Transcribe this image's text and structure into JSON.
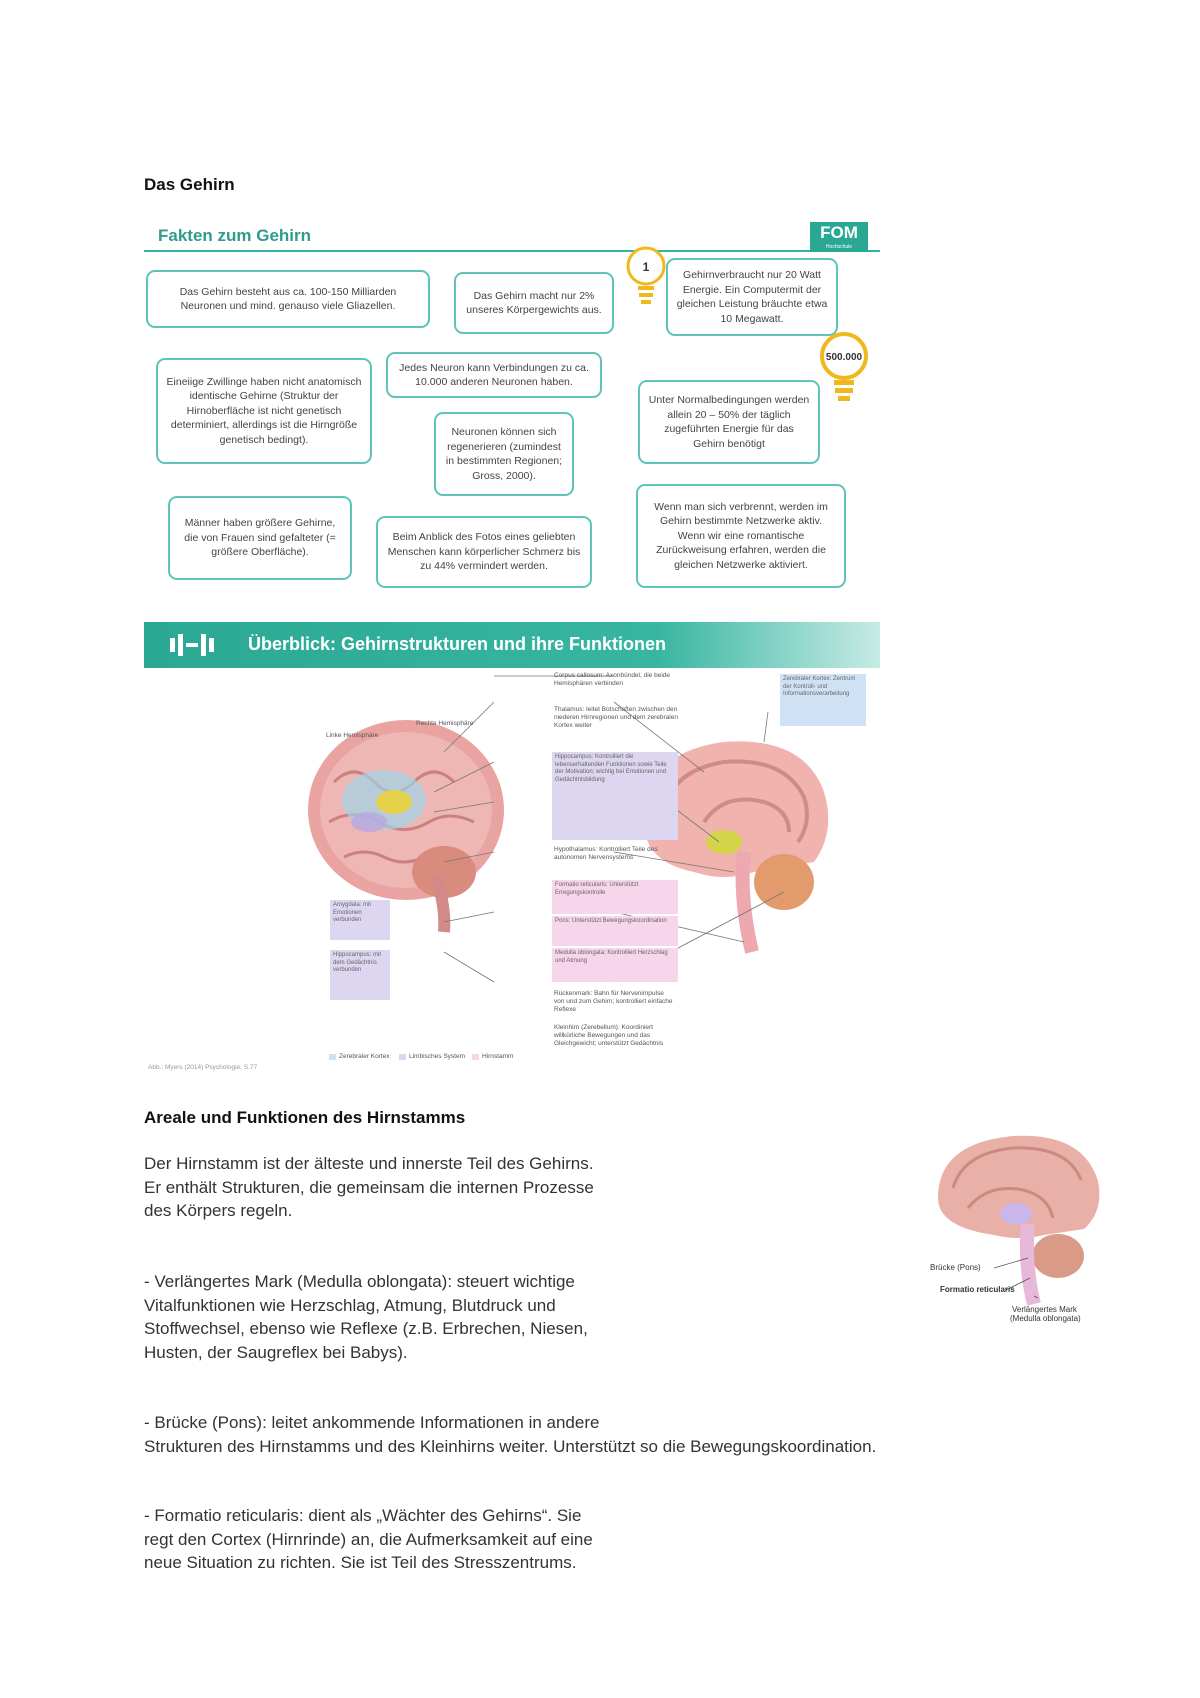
{
  "doc_title": "Das Gehirn",
  "facts": {
    "header": "Fakten zum Gehirn",
    "logo_text": "FOM",
    "logo_sub": "Hochschule",
    "bulb1_label": "1",
    "bulb2_label": "500.000",
    "items": [
      "Das Gehirn besteht aus ca. 100-150 Milliarden Neuronen und mind. genauso viele Gliazellen.",
      "Das Gehirn macht nur 2% unseres Körpergewichts aus.",
      "Gehirnverbraucht nur 20 Watt Energie. Ein Computermit der gleichen Leistung bräuchte etwa 10 Megawatt.",
      "Eineiige Zwillinge haben nicht anatomisch identische Gehirne (Struktur der Hirnoberfläche ist nicht genetisch determiniert, allerdings ist die Hirngröße genetisch bedingt).",
      "Jedes Neuron kann Verbindungen zu ca. 10.000 anderen Neuronen haben.",
      "Unter Normalbedingungen werden allein 20 – 50% der täglich zugeführten Energie für das Gehirn benötigt",
      "Neuronen können sich regenerieren (zumindest in bestimmten Regionen; Gross, 2000).",
      "Männer haben größere Gehirne, die von Frauen sind gefalteter (= größere Oberfläche).",
      "Beim Anblick des Fotos eines geliebten Menschen kann körperlicher Schmerz bis zu 44% vermindert werden.",
      "Wenn man sich verbrennt, werden im Gehirn bestimmte Netzwerke aktiv. Wenn wir eine romantische Zurückweisung erfahren, werden die gleichen Netzwerke aktiviert."
    ]
  },
  "overview": {
    "title": "Überblick: Gehirnstrukturen und ihre Funktionen",
    "labels": {
      "left_hemi": "Linke Hemisphäre",
      "right_hemi": "Rechte Hemisphäre",
      "corpus": "Corpus callosum: Axonbündel, die beide Hemisphären verbinden",
      "thalamus": "Thalamus: leitet Botschaften zwischen den niederen Hirnregionen und dem zerebralen Kortex weiter",
      "hippo_right": "Hippocampus: Kontrolliert die lebenserhaltenden Funktionen sowie Teile der Motivation; wichtig bei Emotionen und Gedächtnisbildung",
      "hypothal": "Hypothalamus: Kontrolliert Teile des autonomen Nervensystems",
      "formatio": "Formatio reticularis: Unterstützt Erregungskontrolle",
      "pons": "Pons: Unterstützt Bewegungskoordination",
      "medulla": "Medulla oblongata: Kontrolliert Herzschlag und Atmung",
      "spinal": "Rückenmark: Bahn für Nervenimpulse von und zum Gehirn; kontrolliert einfache Reflexe",
      "cerebellum": "Kleinhirn (Zerebellum): Koordiniert willkürliche Bewegungen und das Gleichgewicht; unterstützt Gedächtnis",
      "cortex_box": "Zerebraler Kortex: Zentrum der Kontroll- und Informationsverarbeitung",
      "amygdala": "Amygdala: mit Emotionen verbunden",
      "hippocampus": "Hippocampus: mit dem Gedächtnis verbunden",
      "legend1": "Zerebraler Kortex",
      "legend2": "Limbisches System",
      "legend3": "Hirnstamm",
      "source": "Abb.: Myers (2014) Psychologie, S.77"
    },
    "colors": {
      "cortex": "#cfe2f5",
      "limbic": "#ddd6f1",
      "brainstem": "#f7d5ea"
    }
  },
  "section": {
    "heading": "Areale und Funktionen des Hirnstamms",
    "intro": "Der Hirnstamm ist der älteste und innerste Teil des Gehirns.\nEr enthält Strukturen, die gemeinsam die internen Prozesse\ndes Körpers regeln.",
    "medulla": "- Verlängertes Mark (Medulla oblongata): steuert wichtige\nVitalfunktionen wie Herzschlag, Atmung, Blutdruck und\nStoffwechsel, ebenso wie Reflexe (z.B. Erbrechen, Niesen,\nHusten, der Saugreflex bei Babys).",
    "pons": "- Brücke (Pons): leitet ankommende Informationen in andere\nStrukturen des Hirnstamms und des Kleinhirns weiter. Unterstützt so die Bewegungskoordination.",
    "formatio": "- Formatio reticularis: dient als „Wächter des Gehirns“. Sie\nregt den Cortex (Hirnrinde) an, die Aufmerksamkeit auf eine\nneue Situation zu richten. Sie ist Teil des Stresszentrums.",
    "figure_labels": {
      "pons": "Brücke (Pons)",
      "formatio": "Formatio reticularis",
      "medulla_1": "Verlängertes Mark",
      "medulla_2": "(Medulla oblongata)"
    }
  }
}
